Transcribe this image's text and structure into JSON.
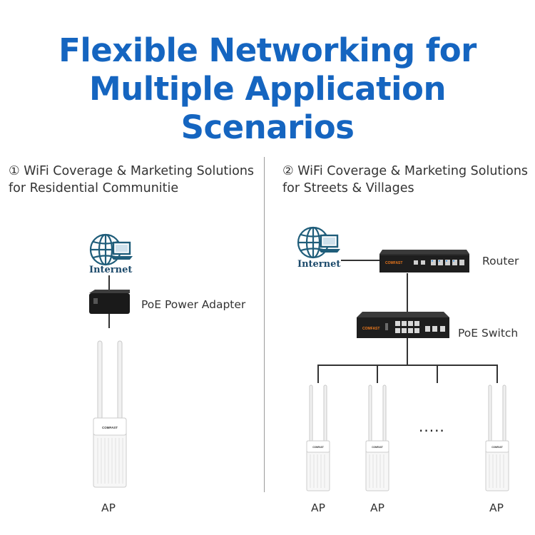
{
  "title": {
    "line1": "Flexible Networking for",
    "line2": "Multiple Application Scenarios"
  },
  "scenario1": {
    "heading_line1": "① WiFi Coverage & Marketing Solutions",
    "heading_line2": "for Residential Communitie",
    "internet_label": "Internet",
    "poe_adapter_label": "PoE Power Adapter",
    "ap_label": "AP",
    "ap_brand": "COMFAST"
  },
  "scenario2": {
    "heading_line1": "② WiFi Coverage & Marketing Solutions",
    "heading_line2": "for Streets & Villages",
    "internet_label": "Internet",
    "router_label": "Router",
    "router_brand": "COMFAST",
    "switch_label": "PoE Switch",
    "switch_brand": "COMFAST",
    "ellipsis": "·····",
    "ap_labels": [
      "AP",
      "AP",
      "AP"
    ],
    "ap_brand": "COMFAST"
  },
  "colors": {
    "title_blue": "#1565c0",
    "globe_teal": "#1f5d7a",
    "device_dark": "#1e1e1e"
  },
  "icons": [
    "globe-laptop-icon",
    "poe-adapter-icon",
    "router-icon",
    "poe-switch-icon",
    "access-point-icon"
  ]
}
